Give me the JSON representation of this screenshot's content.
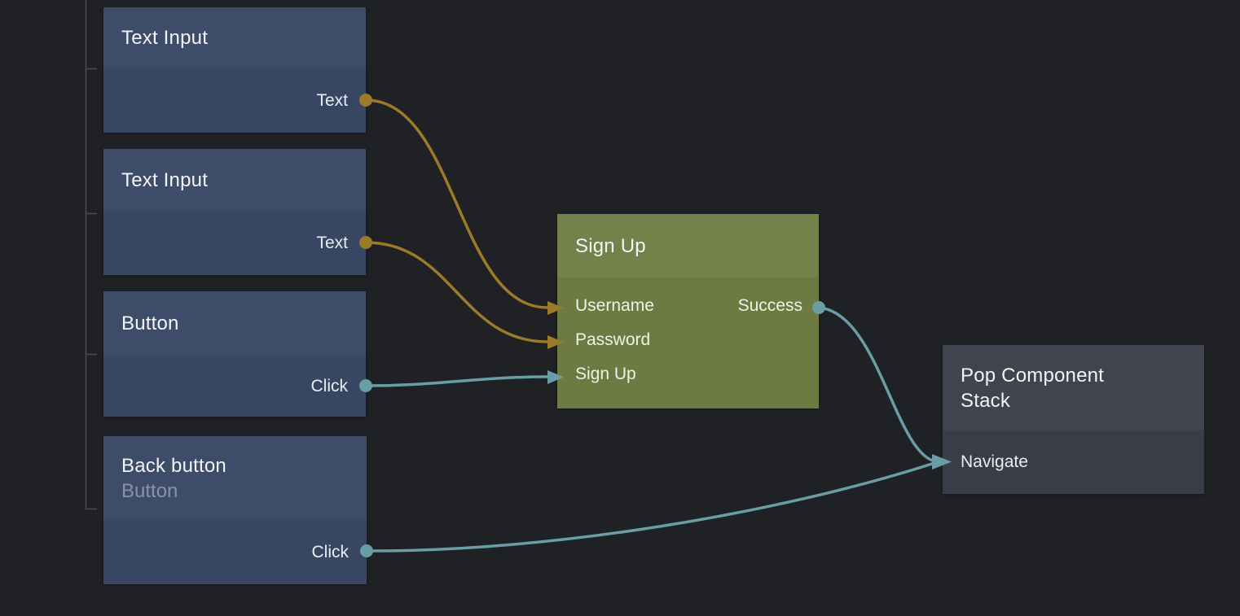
{
  "canvas": {
    "background": "#1f2125"
  },
  "colors": {
    "wire_gold": "#9c7b28",
    "wire_teal": "#699ea4",
    "bracket_line": "#4a4d52",
    "blue_node_header": "#3d4c69",
    "blue_node_body": "#374662",
    "green_node_header": "#75814a",
    "green_node_body": "#6d7a41",
    "slate_node_header": "#41434f",
    "slate_node_body": "#3a3d47"
  },
  "nodes": [
    {
      "title": "Text Input",
      "ports_out": [
        "Text"
      ]
    },
    {
      "title": "Text Input",
      "ports_out": [
        "Text"
      ]
    },
    {
      "title": "Button",
      "ports_out": [
        "Click"
      ]
    },
    {
      "title": "Back button",
      "subtitle": "Button",
      "ports_out": [
        "Click"
      ]
    },
    {
      "title": "Sign Up",
      "ports_in": [
        "Username",
        "Password",
        "Sign Up"
      ],
      "ports_out": [
        "Success"
      ]
    },
    {
      "title": "Pop Component Stack",
      "ports_in": [
        "Navigate"
      ]
    }
  ]
}
